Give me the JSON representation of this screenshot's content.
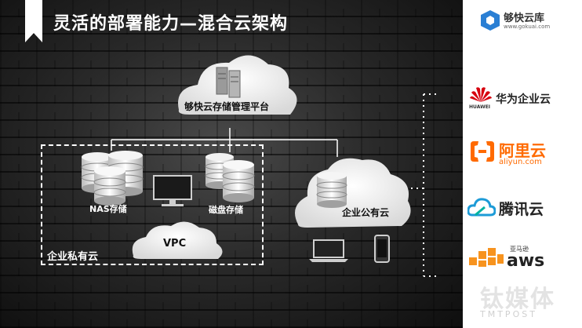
{
  "slide": {
    "title": "灵活的部署能力—混合云架构"
  },
  "diagram": {
    "platform_label": "够快云存储管理平台",
    "nas_label": "NAS存储",
    "disk_label": "磁盘存储",
    "vpc_label": "VPC",
    "private_cloud_label": "企业私有云",
    "public_cloud_label": "企业公有云"
  },
  "brand": {
    "name": "够快云库",
    "url": "www.gokuai.com"
  },
  "providers": {
    "huawei": {
      "mark": "HUAWEI",
      "name": "华为企业云"
    },
    "aliyun": {
      "name": "阿里云",
      "domain": "aliyun.com"
    },
    "tencent": {
      "name": "腾讯云"
    },
    "aws": {
      "small": "亚马逊",
      "name": "aws"
    }
  },
  "watermark": {
    "main": "钛媒体",
    "sub": "TMTPOST"
  },
  "colors": {
    "huawei_red": "#d7000f",
    "aliyun_orange": "#ff6a00",
    "tencent_blue": "#1d9bd7",
    "aws_orange": "#f7931e",
    "gokuai_blue": "#2a7fd4"
  }
}
